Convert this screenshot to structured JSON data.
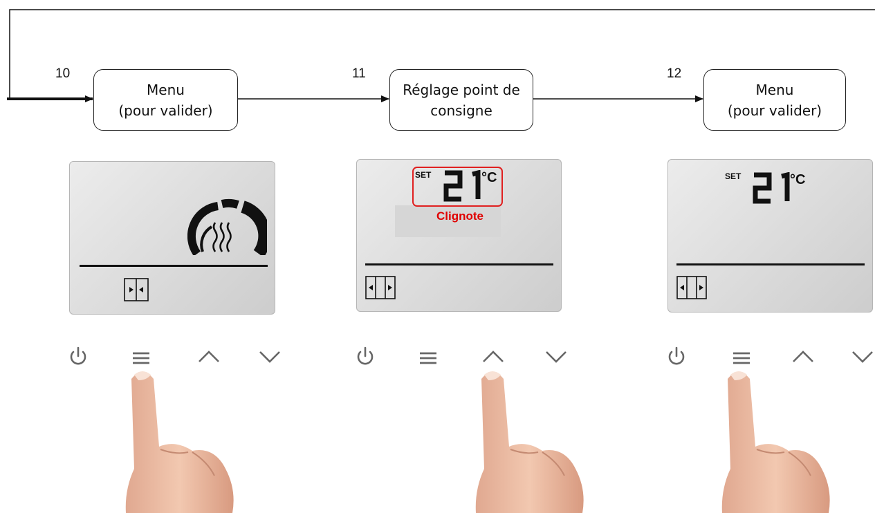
{
  "steps": [
    {
      "number": "10",
      "label": "Menu\n(pour valider)"
    },
    {
      "number": "11",
      "label": "Réglage point de\nconsigne"
    },
    {
      "number": "12",
      "label": "Menu\n(pour valider)"
    }
  ],
  "displays": [
    {
      "set_label": "",
      "temperature": "",
      "unit": "",
      "blink_label": "",
      "icon": "heating-dial-icon",
      "door_icon": "window-inward-arrows-icon"
    },
    {
      "set_label": "SET",
      "temperature": "21",
      "unit": "°C",
      "blink_label": "Clignote",
      "icon": "",
      "door_icon": "window-outward-arrows-icon"
    },
    {
      "set_label": "SET",
      "temperature": "21",
      "unit": "°C",
      "blink_label": "",
      "icon": "",
      "door_icon": "window-outward-arrows-icon"
    }
  ],
  "buttons": [
    "power-icon",
    "menu-icon",
    "up-chevron-icon",
    "down-chevron-icon"
  ],
  "pressed_buttons": [
    "menu",
    "up",
    "menu"
  ],
  "colors": {
    "highlight": "#e02020",
    "lcd": "#dcdcdc",
    "line": "#111111"
  }
}
